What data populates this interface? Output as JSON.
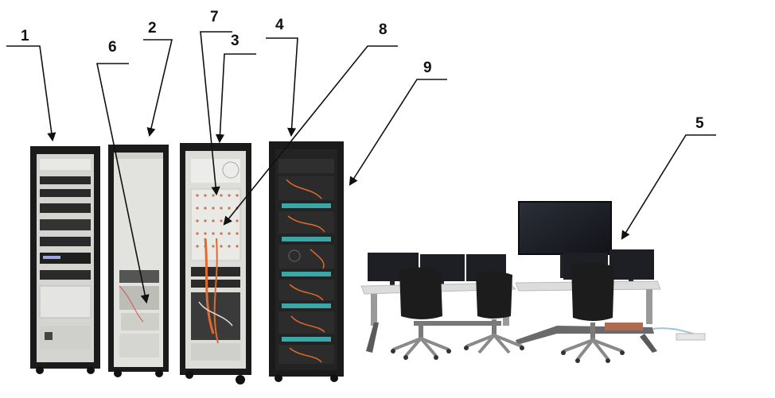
{
  "callouts": [
    {
      "id": "c1",
      "label": "1"
    },
    {
      "id": "c2",
      "label": "2"
    },
    {
      "id": "c3",
      "label": "3"
    },
    {
      "id": "c4",
      "label": "4"
    },
    {
      "id": "c5",
      "label": "5"
    },
    {
      "id": "c6",
      "label": "6"
    },
    {
      "id": "c7",
      "label": "7"
    },
    {
      "id": "c8",
      "label": "8"
    },
    {
      "id": "c9",
      "label": "9"
    }
  ],
  "colors": {
    "cabinet_frame": "#1b1b1b",
    "cabinet_inner": "#d9d9d4",
    "rack_unit": "#2a2a2a",
    "cable_orange": "#e06a2a",
    "accent_teal": "#3aa6a8",
    "desk_top": "#dcdcdc",
    "monitor": "#1a1c22",
    "chair": "#1c1c1c",
    "arrow": "#111111"
  }
}
